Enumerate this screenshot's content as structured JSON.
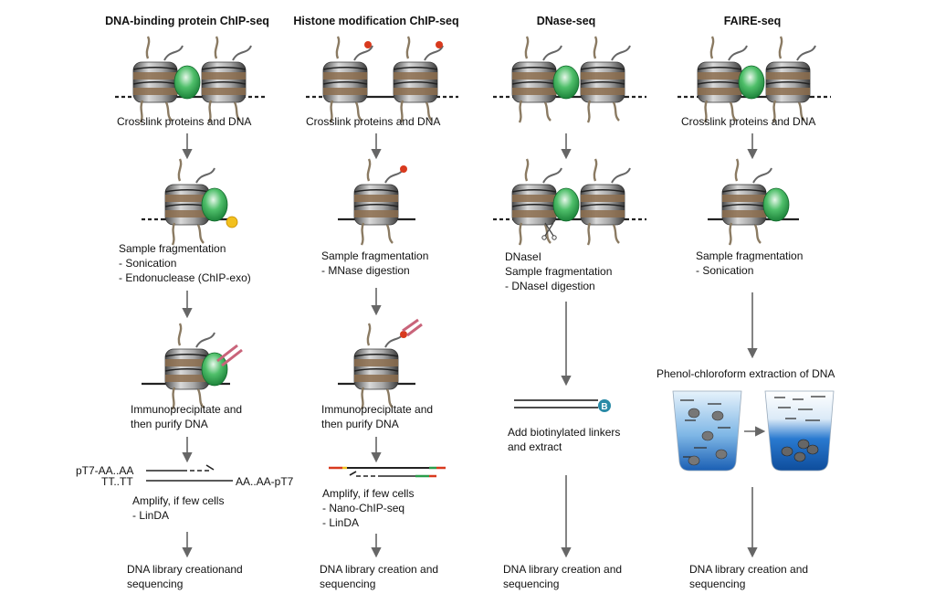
{
  "columns": [
    {
      "title": "DNA-binding protein ChIP-seq",
      "step1": "Crosslink proteins and DNA",
      "step2": [
        "Sample fragmentation",
        "-     Sonication",
        "-     Endonuclease (ChIP-exo)"
      ],
      "step3": [
        "Immunoprecipitate and",
        "then purify DNA"
      ],
      "step4": [
        "Amplify, if few cells",
        "-     LinDA"
      ],
      "step5": [
        "DNA library creationand",
        "sequencing"
      ],
      "primers": {
        "top_left": "pT7-AA..AA",
        "bottom_left": "TT..TT",
        "bottom_right": "AA..AA-pT7"
      }
    },
    {
      "title": "Histone modification ChIP-seq",
      "step1": "Crosslink proteins and DNA",
      "step2": [
        "Sample fragmentation",
        "-     MNase digestion"
      ],
      "step3": [
        "Immunoprecipitate and",
        "then purify DNA"
      ],
      "step4": [
        "Amplify, if few cells",
        "-     Nano-ChIP-seq",
        "-     LinDA"
      ],
      "step5": [
        "DNA library creation and",
        "sequencing"
      ]
    },
    {
      "title": "DNase-seq",
      "step2": [
        "DNaseI",
        "Sample fragmentation",
        "-     DNaseI digestion"
      ],
      "step3": [
        "Add biotinylated linkers",
        "and extract"
      ],
      "linker_label": "B",
      "step5": [
        "DNA library creation and",
        "sequencing"
      ]
    },
    {
      "title": "FAIRE-seq",
      "step1": "Crosslink proteins and DNA",
      "step2": [
        "Sample fragmentation",
        "-     Sonication"
      ],
      "step3": "Phenol-chloroform extraction of DNA",
      "step5": [
        "DNA library creation and",
        "sequencing"
      ]
    }
  ],
  "colors": {
    "nucleosome_dark": "#555555",
    "nucleosome_light": "#bdbdbd",
    "tail": "#8a7a62",
    "protein_green": "#2a9d4a",
    "histone_mark": "#d83a1e",
    "exonuclease": "#f2c01e",
    "antibody": "#c9647a",
    "biotin": "#2a8aa6",
    "arrow": "#666666",
    "beaker_blue": "#1a5fb4"
  }
}
